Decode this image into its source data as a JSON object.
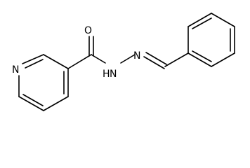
{
  "molecule": {
    "atom_labels": {
      "pyridine_nitrogen": "N",
      "carbonyl_oxygen": "O",
      "amide_nh": "H",
      "amide_nitrogen": "N",
      "imine_nitrogen": "N"
    },
    "colors": {
      "bond": "#000000",
      "label": "#000000",
      "background": "#ffffff"
    }
  }
}
